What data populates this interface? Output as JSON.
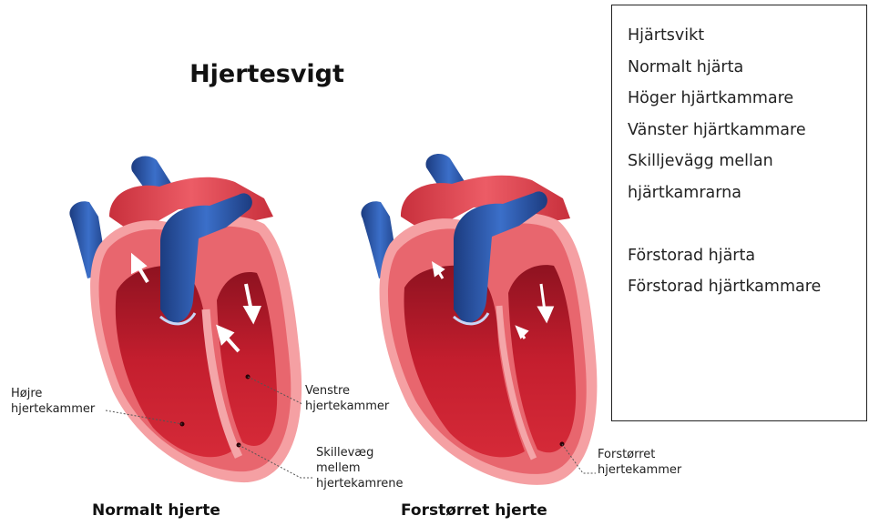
{
  "title": "Hjertesvigt",
  "normal_heart": {
    "caption": "Normalt hjerte",
    "labels": {
      "right_ventricle": [
        "Højre",
        "hjertekammer"
      ],
      "left_ventricle": [
        "Venstre",
        "hjertekammer"
      ],
      "septum": [
        "Skillevæg",
        "mellem",
        "hjertekamrene"
      ]
    }
  },
  "enlarged_heart": {
    "caption": "Forstørret hjerte",
    "labels": {
      "enlarged_ventricle": [
        "Forstørret",
        "hjertekammer"
      ]
    }
  },
  "legend": {
    "items": [
      "Hjärtsvikt",
      "Normalt hjärta",
      "Höger hjärtkammare",
      "Vänster hjärtkammare",
      "Skilljevägg mellan",
      "hjärtkamrarna",
      "",
      "Förstorad hjärta",
      "Förstorad hjärtkammare"
    ]
  },
  "colors": {
    "muscle": "#e8666e",
    "pericardium": "#f59a9a",
    "chamber": "#b81a28",
    "chamber_dark": "#7a0d18",
    "aorta": "#e0434e",
    "vein_blue": "#2d5fb8",
    "vein_dark": "#1d3f86"
  }
}
